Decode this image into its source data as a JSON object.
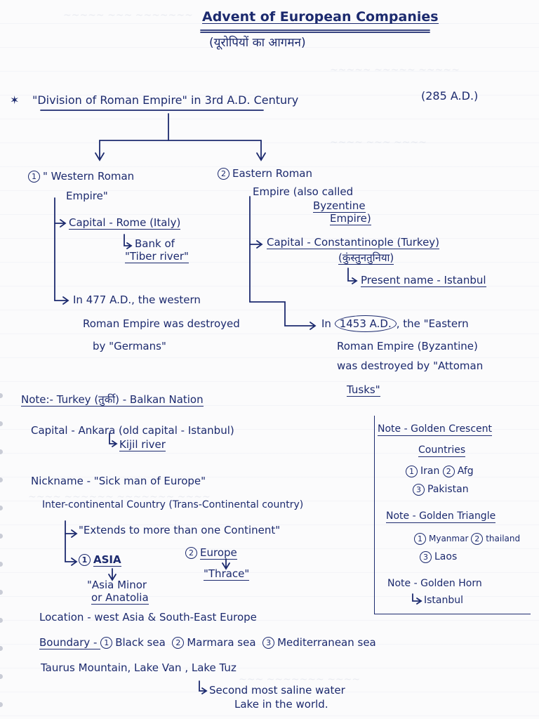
{
  "title": "Advent of European Companies",
  "title_hindi": "(यूरोपियों का आगमन)",
  "heading": {
    "star": "✶",
    "text": "\"Division of Roman Empire\" in 3rd A.D. Century",
    "year": "(285 A.D.)"
  },
  "west": {
    "num": "1",
    "title_line1": "\" Western Roman",
    "title_line2": "Empire\"",
    "capital": "Capital - Rome (Italy)",
    "bank_line1": "Bank of",
    "bank_line2": "\"Tiber river\"",
    "fall_line1": "In 477 A.D., the western",
    "fall_line2": "Roman Empire was destroyed",
    "fall_line3": "by \"Germans\""
  },
  "east": {
    "num": "2",
    "title_line1": "Eastern Roman",
    "title_line2": "Empire (also called",
    "title_line3": "Byzentine",
    "title_line4": "Empire)",
    "capital": "Capital - Constantinople (Turkey)",
    "capital_hindi": "(कुंस्तुनतुनिया)",
    "present": "Present name - Istanbul",
    "fall_in": "In",
    "fall_year": "1453 A.D.",
    "fall_line1": ", the \"Eastern",
    "fall_line2": "Roman Empire (Byzantine)",
    "fall_line3": "was destroyed by \"Attoman",
    "fall_line4": "Tusks\""
  },
  "turkey": {
    "note": "Note:- Turkey (तुर्की) - Balkan Nation",
    "capital": "Capital - Ankara (old capital - Istanbul)",
    "river": "Kijil river",
    "nickname": "Nickname - \"Sick man of Europe\"",
    "intercontinental": "Inter-continental Country (Trans-Continental country)",
    "extends": "\"Extends to more than one Continent\"",
    "asia_num": "1",
    "asia": "ASIA",
    "asia_minor": "\"Asia Minor",
    "anatolia": "or Anatolia",
    "europe_num": "2",
    "europe": "Europe",
    "thrace": "\"Thrace\"",
    "location": "Location - west Asia & South-East Europe",
    "boundary": "Boundary - ",
    "boundary_items": [
      "Black sea",
      "Marmara sea",
      "Mediterranean sea"
    ],
    "mountains": "Taurus Mountain, Lake Van , Lake Tuz",
    "saline_line1": "Second most saline water",
    "saline_line2": "Lake in the world."
  },
  "sidebox": {
    "crescent_title": "Note - Golden Crescent",
    "crescent_sub": "Countries",
    "crescent_items": [
      "Iran",
      "Afg",
      "Pakistan"
    ],
    "triangle_title": "Note - Golden Triangle",
    "triangle_items": [
      "Myanmar",
      "thailand",
      "Laos"
    ],
    "horn_title": "Note - Golden Horn",
    "horn_item": "Istanbul"
  },
  "colors": {
    "ink": "#1c2a6e",
    "paper": "#fbfbfc"
  }
}
